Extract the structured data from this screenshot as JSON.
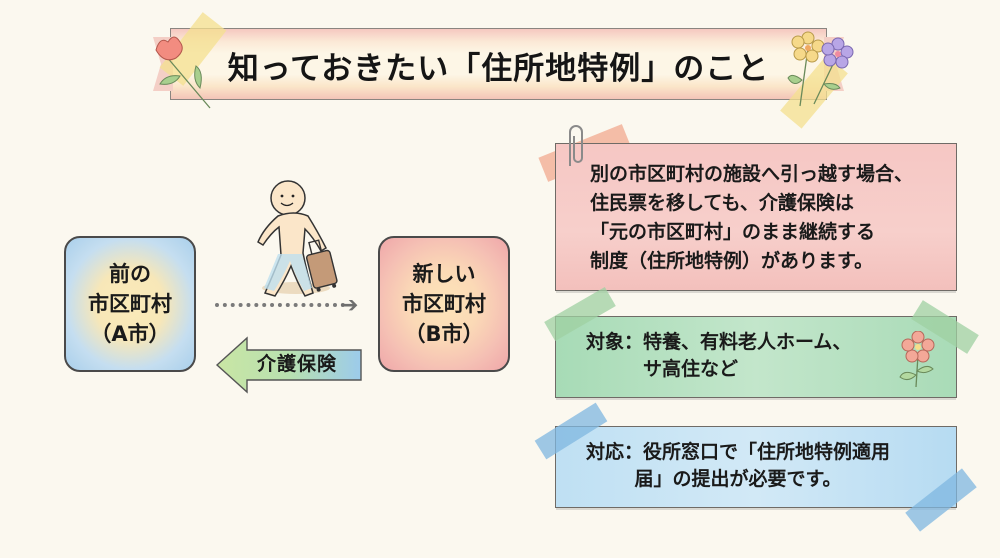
{
  "header": {
    "title": "知っておきたい「住所地特例」のこと"
  },
  "diagram": {
    "city_a": {
      "line1": "前の",
      "line2": "市区町村",
      "line3": "（A市）"
    },
    "city_b": {
      "line1": "新しい",
      "line2": "市区町村",
      "line3": "（B市）"
    },
    "move_arrow_icon": "dotted-right-arrow",
    "person_icon": "walking-person-with-suitcase",
    "insurance_arrow_label": "介護保険"
  },
  "cards": [
    {
      "text": "別の市区町村の施設へ引っ越す場合、\n住民票を移しても、介護保険は\n「元の市区町村」のまま継続する\n制度（住所地特例）があります。",
      "color": "#f6c7c4",
      "decoration": "paperclip-icon"
    },
    {
      "text": "対象：特養、有料老人ホーム、\n　　　サ高住など",
      "color": "#b5e0c0",
      "decoration": "flower-icon"
    },
    {
      "text": "対応：役所窓口で「住所地特例適用\n届」の提出が必要です。",
      "color": "#c9e5f5"
    }
  ],
  "colors": {
    "background": "#fbf8ef",
    "banner_pink": "#f4cfc6",
    "city_a_blue": "#a9cfeb",
    "city_b_pink": "#efa7a9",
    "arrow_green": "#a8d89a",
    "arrow_blue": "#9ccbeb"
  }
}
